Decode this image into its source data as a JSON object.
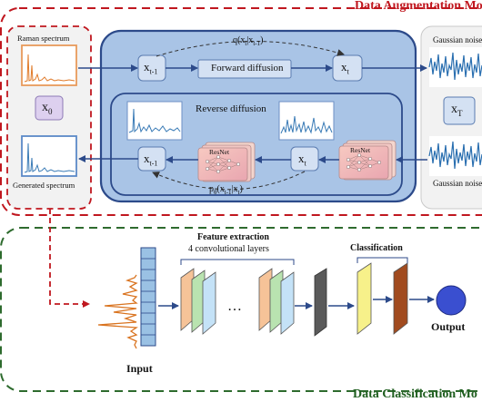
{
  "augmentation": {
    "title": "Data Augmentation Mo",
    "raman_label": "Raman spectrum",
    "x0_label": "x",
    "x0_sub": "0",
    "generated_label": "Generated spectrum",
    "gaussian_top_label": "Gaussian noise",
    "gaussian_bottom_label": "Gaussian noise",
    "xT_label": "x",
    "xT_sub": "T",
    "q_label": "q(x",
    "q_sub1": "t",
    "q_mid": "|x",
    "q_sub2": "t-1",
    "q_end": ")",
    "xt1_top_main": "x",
    "xt1_top_sub": "t-1",
    "forward_label": "Forward diffusion",
    "xt_top_main": "x",
    "xt_top_sub": "t",
    "reverse_label": "Reverse diffusion",
    "resnet_label_1": "ResNet",
    "resnet_label_2": "ResNet",
    "xt1_bot_main": "x",
    "xt1_bot_sub": "t-1",
    "xt_bot_main": "x",
    "xt_bot_sub": "t",
    "p_label": "p",
    "p_sub_theta": "θ",
    "p_mid": "(x",
    "p_sub1": "t-1",
    "p_mid2": "|x",
    "p_sub2": "t",
    "p_end": ")"
  },
  "classification": {
    "title": "Data Classification Mo",
    "feature_title": "Feature extraction",
    "feature_sub": "4 convolutional layers",
    "classification_title": "Classification",
    "ellipsis": "…",
    "input_label": "Input",
    "output_label": "Output"
  },
  "colors": {
    "augmentation_border": "#c0171f",
    "classification_border": "#2e6b2e",
    "diffusion_panel": "#a9c4e6",
    "arrow": "#2c4a8a",
    "spectrum_blue": "#3a7bb6",
    "raman_orange": "#e07b2a",
    "output_node": "#3a4fd0"
  }
}
